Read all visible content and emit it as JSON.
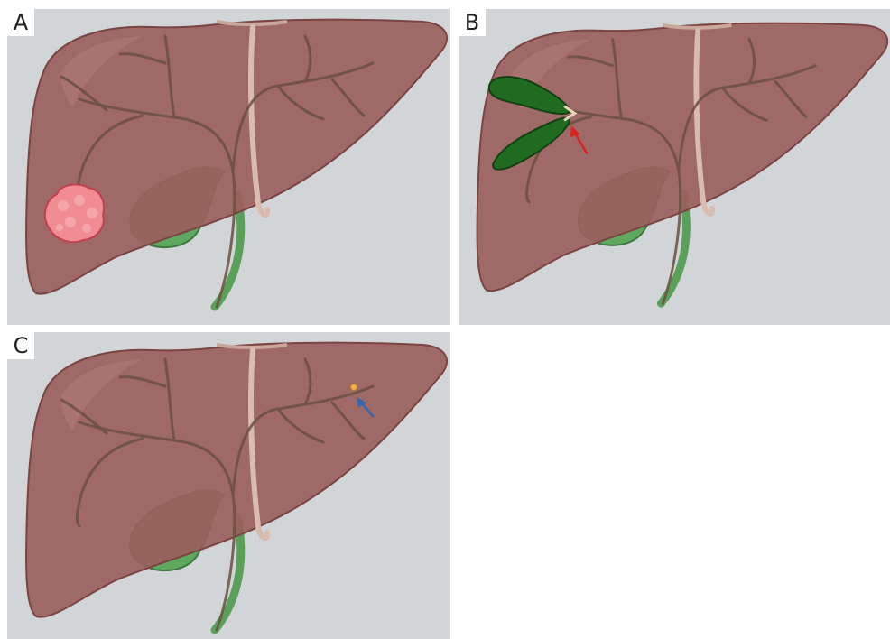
{
  "panels": [
    {
      "label": "A"
    },
    {
      "label": "B"
    },
    {
      "label": "C"
    }
  ],
  "colors": {
    "background": "#d2d5d8",
    "liver": "#9a5f5d",
    "bile_duct": "#6b5040",
    "gallbladder": "#4f9a4f",
    "tumor": "#f08c92",
    "resected_green": "#1f6b1f",
    "red_arrow": "#e02020",
    "blue_arrow": "#3a66b0",
    "lesion_dot": "#f0b050"
  }
}
